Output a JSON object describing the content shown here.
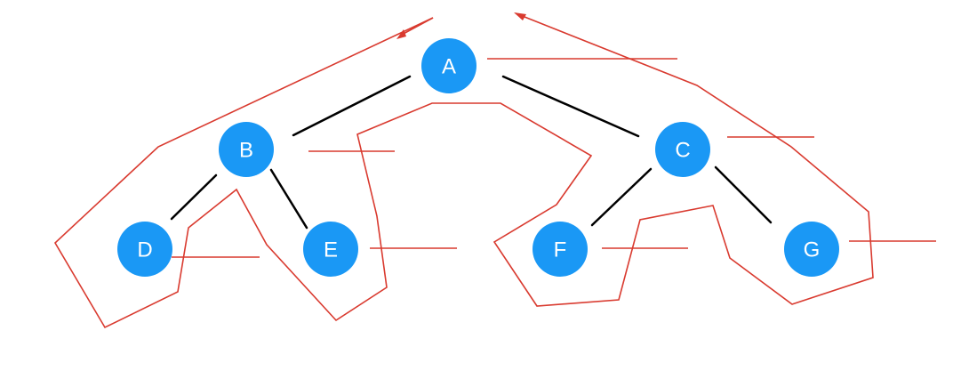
{
  "diagram": {
    "type": "binary-tree-traversal",
    "colors": {
      "node_fill": "#1a98f5",
      "node_text": "#ffffff",
      "edge": "#000000",
      "traversal_path": "#d93a2f"
    },
    "nodes": [
      {
        "id": "A",
        "label": "A"
      },
      {
        "id": "B",
        "label": "B"
      },
      {
        "id": "C",
        "label": "C"
      },
      {
        "id": "D",
        "label": "D"
      },
      {
        "id": "E",
        "label": "E"
      },
      {
        "id": "F",
        "label": "F"
      },
      {
        "id": "G",
        "label": "G"
      }
    ],
    "edges": [
      {
        "from": "A",
        "to": "B"
      },
      {
        "from": "A",
        "to": "C"
      },
      {
        "from": "B",
        "to": "D"
      },
      {
        "from": "B",
        "to": "E"
      },
      {
        "from": "C",
        "to": "F"
      },
      {
        "from": "C",
        "to": "G"
      }
    ],
    "traversal_path_direction": "counter-clockwise"
  }
}
